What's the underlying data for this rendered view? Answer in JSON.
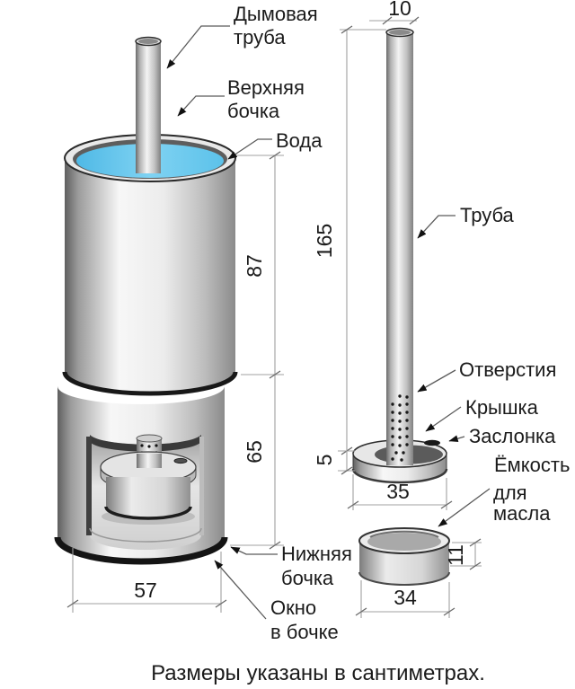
{
  "labels": {
    "chimney": [
      "Дымовая",
      "труба"
    ],
    "upper_barrel": [
      "Верхняя",
      "бочка"
    ],
    "water": "Вода",
    "pipe": "Труба",
    "holes": "Отверстия",
    "lid": "Крышка",
    "damper": "Заслонка",
    "oil_container": [
      "Ёмкость",
      "для",
      "масла"
    ],
    "lower_barrel": [
      "Нижняя",
      "бочка"
    ],
    "barrel_window": [
      "Окно",
      "в бочке"
    ]
  },
  "dimensions": {
    "pipe_diameter": "10",
    "pipe_length": "165",
    "upper_barrel_height": "87",
    "lower_barrel_height": "65",
    "lid_height": "5",
    "lid_diameter": "35",
    "barrel_diameter": "57",
    "container_height": "11",
    "container_diameter": "34"
  },
  "caption": "Размеры указаны в сантиметрах.",
  "colors": {
    "water": "url(#waterGrad)",
    "water_hex": "#6cc8ee",
    "metal_light": "#f2f2f2",
    "metal_dark": "#6e6e6e",
    "dark_band": "#181818",
    "text": "#1b1b1b"
  }
}
